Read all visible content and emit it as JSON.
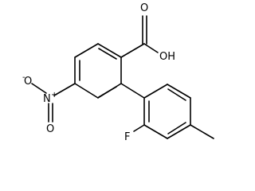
{
  "diagram": {
    "type": "chemical-structure",
    "atom_labels": {
      "hydroxyl": "OH",
      "carbonyl_oxygen": "O",
      "fluorine": "F",
      "nitro_nitrogen": "N",
      "nitro_oxygen_top": "O",
      "nitro_oxygen_right": "O",
      "nitro_nitrogen_charge": "+",
      "nitro_oxygen_charge": "-"
    }
  }
}
